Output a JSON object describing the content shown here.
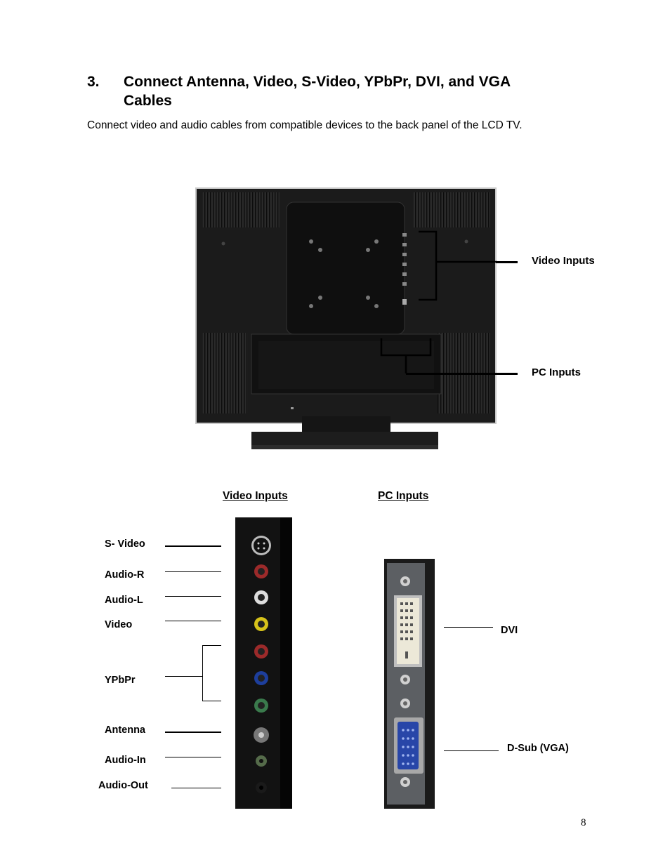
{
  "section": {
    "number": "3.",
    "title_line1": "Connect Antenna, Video, S-Video, YPbPr, DVI, and VGA",
    "title_line2": "Cables",
    "intro": "Connect video and audio cables from compatible devices to the back panel of the LCD TV."
  },
  "tv_callouts": {
    "video_inputs": "Video Inputs",
    "pc_inputs": "PC Inputs"
  },
  "video_panel": {
    "heading": "Video Inputs",
    "labels": {
      "s_video": "S- Video",
      "audio_r": "Audio-R",
      "audio_l": "Audio-L",
      "video": "Video",
      "ypbpr": "YPbPr",
      "antenna": "Antenna",
      "audio_in": "Audio-In",
      "audio_out": "Audio-Out"
    }
  },
  "pc_panel": {
    "heading": "PC Inputs",
    "labels": {
      "dvi": "DVI",
      "dsub": "D-Sub (VGA)"
    }
  },
  "page_number": "8"
}
